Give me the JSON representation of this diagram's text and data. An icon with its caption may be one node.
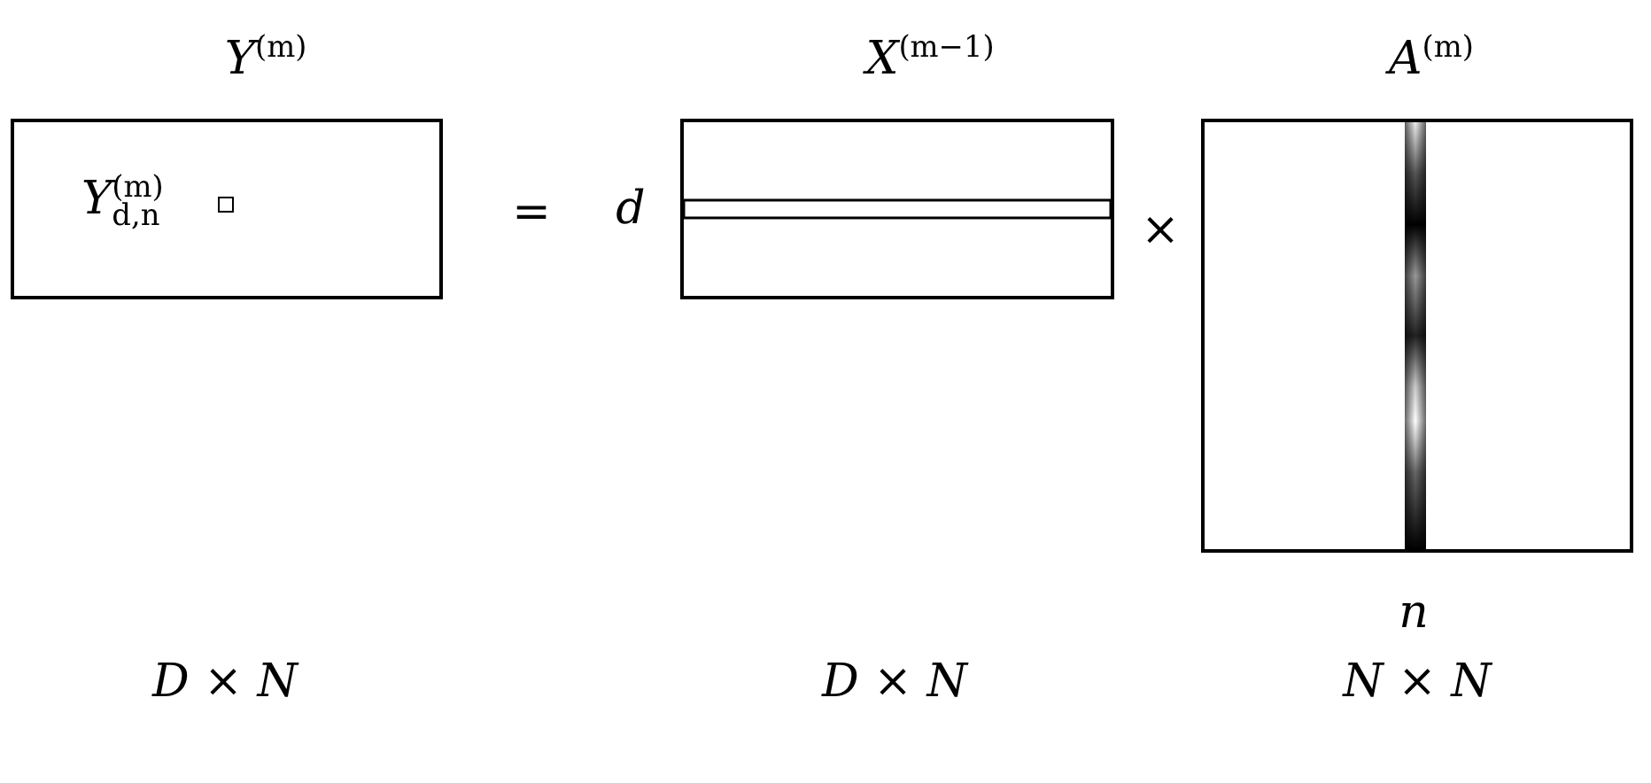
{
  "diagram": {
    "nodes": [
      {
        "text": [
          "*Y*$^{(m)}$",
          "*Y*$^{(m)}$$_{d,n}$"
        ]
      },
      {
        "text": [
          "*X*$^{(m−1)}$"
        ],
        "beside": [
          "d"
        ]
      },
      {
        "text": [
          "*A*$^{(m)}$"
        ],
        "beside": [
          "n"
        ]
      }
    ],
    "edges": [],
    "labels": [
      "=",
      "×",
      "*D* × *N*",
      "*D* × *N*",
      "*N* × *N*"
    ]
  }
}
